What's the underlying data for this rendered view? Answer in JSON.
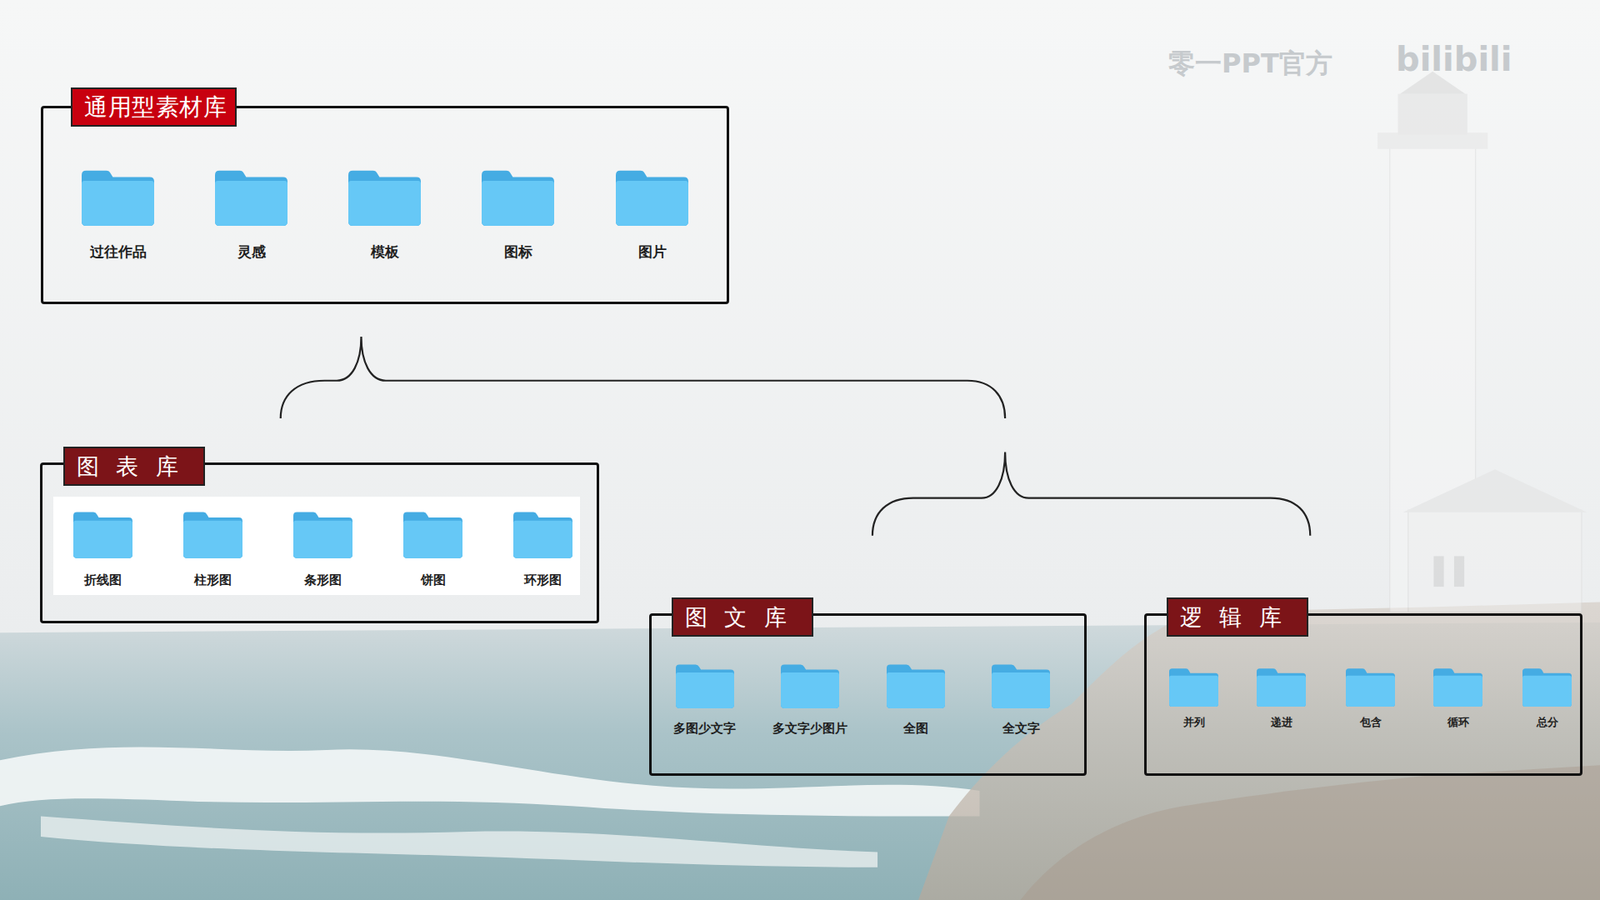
{
  "diagram": {
    "nodes": [
      {
        "text": [
          "通用型素材库"
        ]
      },
      {
        "text": [
          "过往作品"
        ],
        "in": 0
      },
      {
        "text": [
          "灵感"
        ],
        "in": 0
      },
      {
        "text": [
          "模板"
        ],
        "in": 0
      },
      {
        "text": [
          "图标"
        ],
        "in": 0
      },
      {
        "text": [
          "图片"
        ],
        "in": 0
      },
      {
        "text": [
          "图表库"
        ]
      },
      {
        "text": [
          "折线图"
        ],
        "in": 6
      },
      {
        "text": [
          "柱形图"
        ],
        "in": 6
      },
      {
        "text": [
          "条形图"
        ],
        "in": 6
      },
      {
        "text": [
          "饼图"
        ],
        "in": 6
      },
      {
        "text": [
          "环形图"
        ],
        "in": 6
      },
      {
        "text": [
          "图文库"
        ]
      },
      {
        "text": [
          "多图少文字"
        ],
        "in": 12
      },
      {
        "text": [
          "多文字少图片"
        ],
        "in": 12
      },
      {
        "text": [
          "全图"
        ],
        "in": 12
      },
      {
        "text": [
          "全文字"
        ],
        "in": 12
      },
      {
        "text": [
          "逻辑库"
        ]
      },
      {
        "text": [
          "并列"
        ],
        "in": 17
      },
      {
        "text": [
          "递进"
        ],
        "in": 17
      },
      {
        "text": [
          "包含"
        ],
        "in": 17
      },
      {
        "text": [
          "循环"
        ],
        "in": 17
      },
      {
        "text": [
          "总分"
        ],
        "in": 17
      }
    ],
    "labels": [
      "零一PPT官方",
      "bilibili"
    ]
  }
}
